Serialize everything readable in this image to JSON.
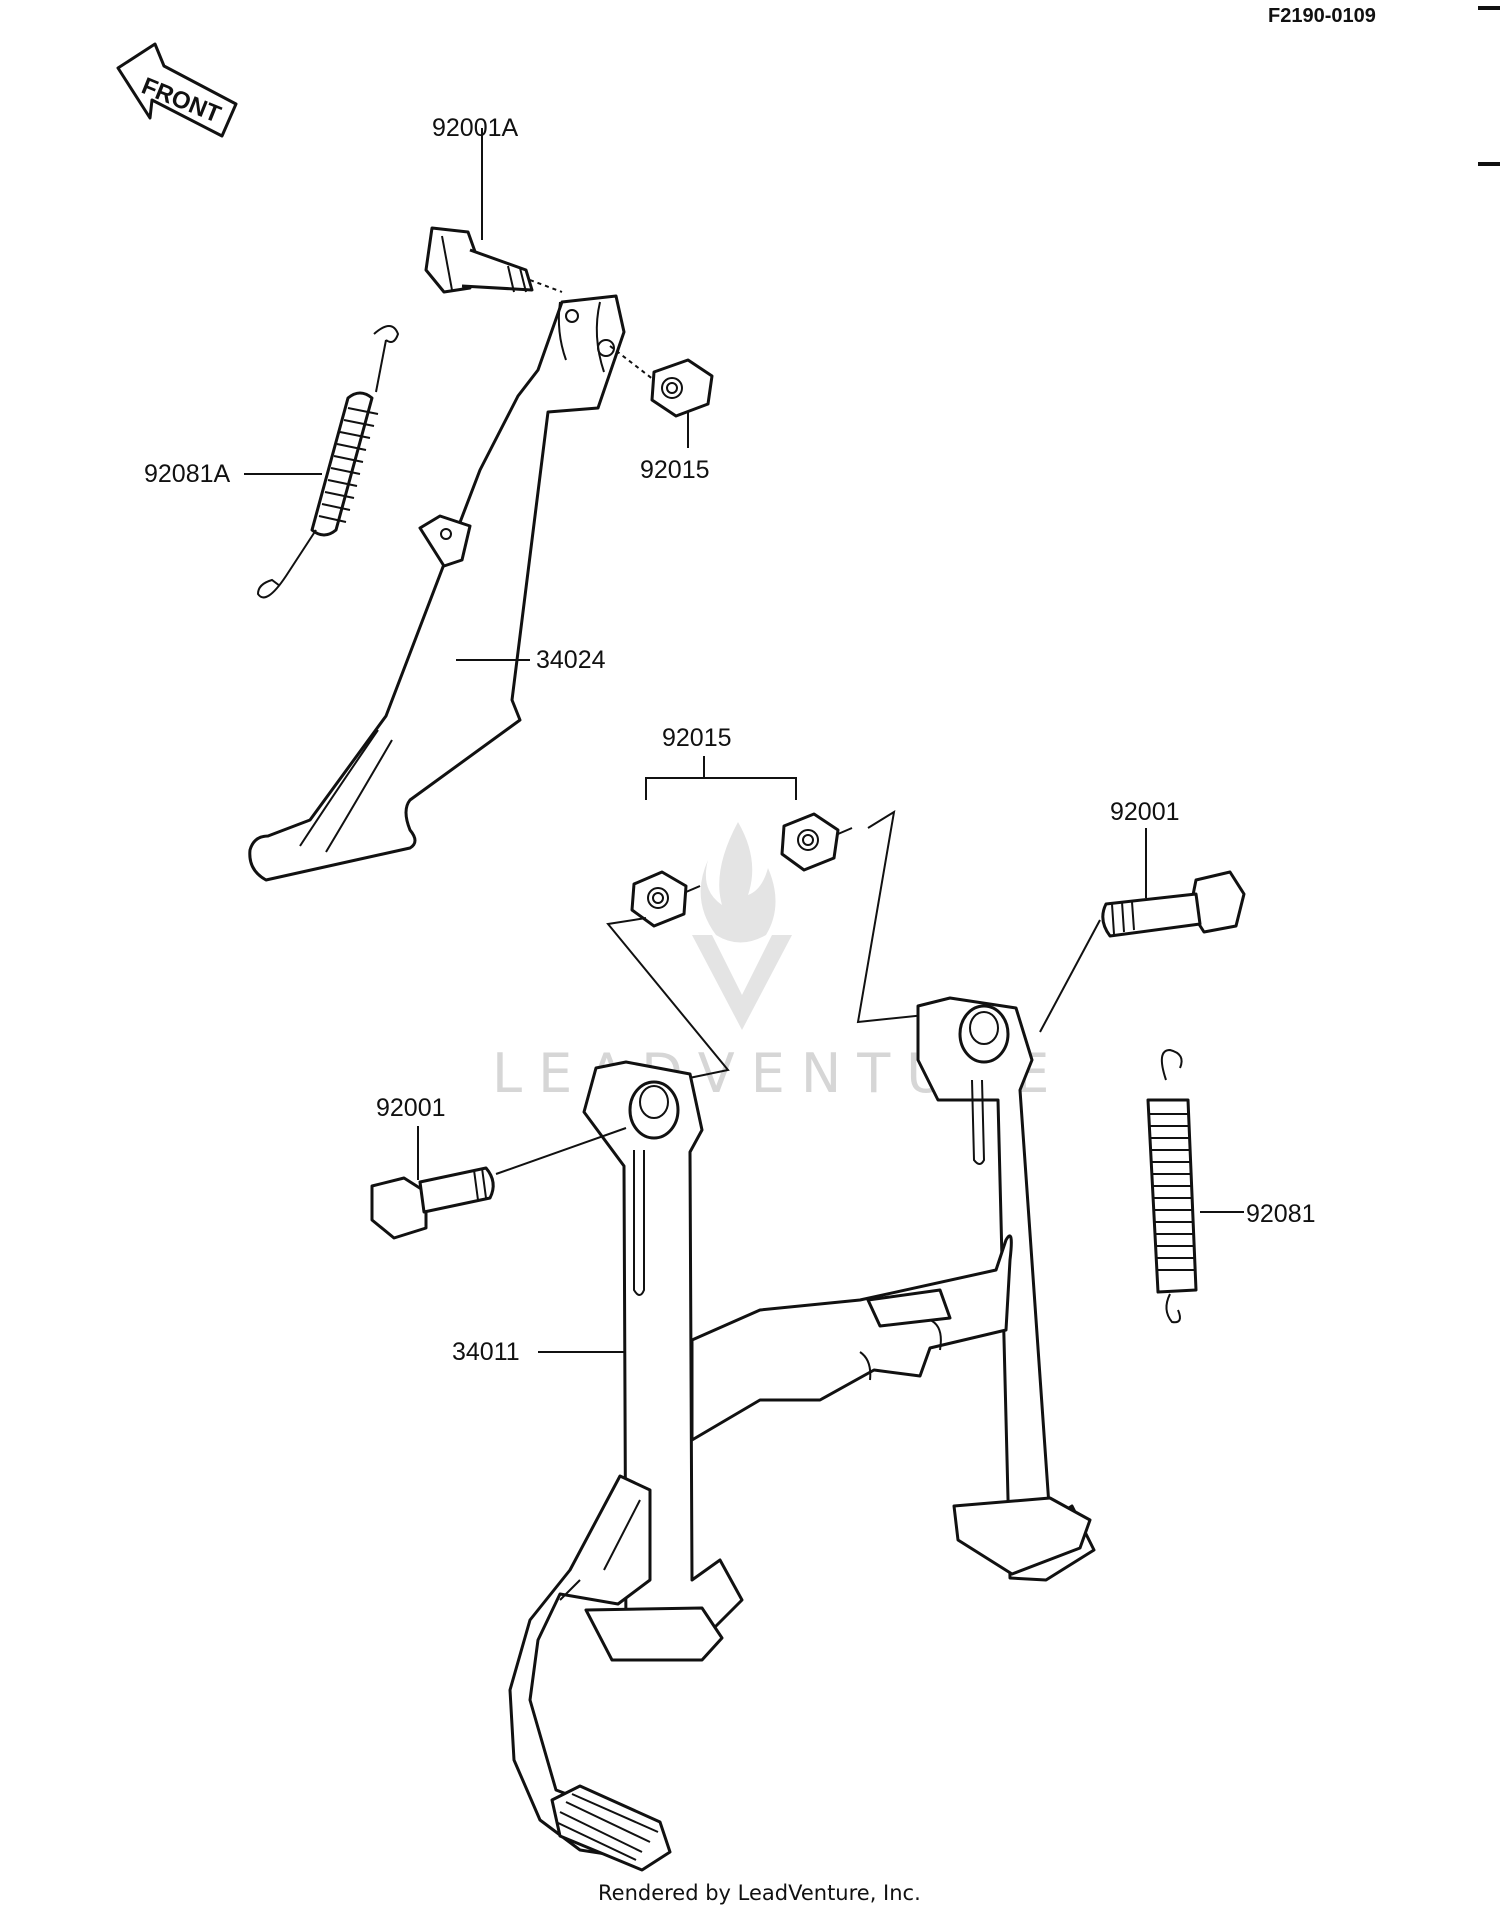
{
  "reference_code": "F2190-0109",
  "front_arrow_label": "FRONT",
  "callouts": {
    "bolt_92001A": "92001A",
    "spring_92081A": "92081A",
    "nut_92015_top": "92015",
    "side_stand_34024": "34024",
    "nut_92015_pair": "92015",
    "bolt_92001_right": "92001",
    "bolt_92001_left": "92001",
    "spring_92081": "92081",
    "center_stand_34011": "34011"
  },
  "watermark": "LEADVENTURE",
  "credit": "Rendered by LeadVenture, Inc."
}
